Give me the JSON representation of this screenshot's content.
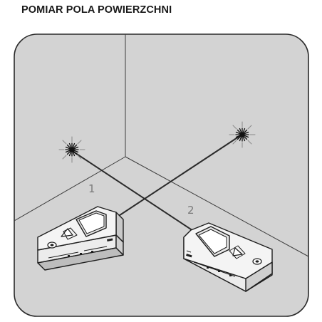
{
  "title": "POMIAR POLA POWIERZCHNI",
  "measurements": [
    {
      "label": "1"
    },
    {
      "label": "2"
    }
  ],
  "colors": {
    "background": "#ffffff",
    "room": "#d3d3d3",
    "lines": "#2b2b2b",
    "device_body": "#f4f4f4",
    "device_outline": "#1e1e1e"
  },
  "icons": [
    "laser-spark-icon",
    "laser-rangefinder-device-icon"
  ]
}
